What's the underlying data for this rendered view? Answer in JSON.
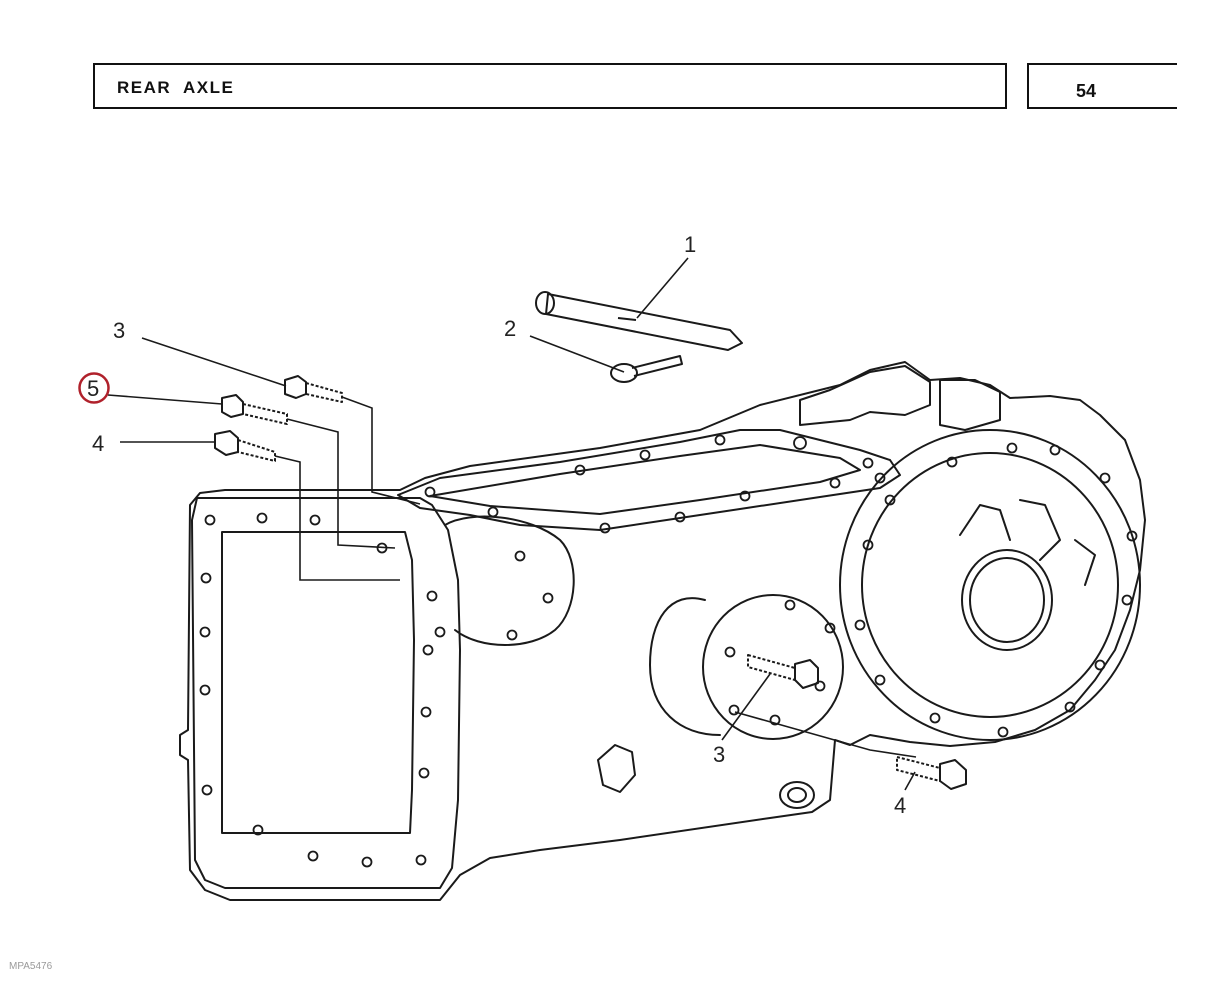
{
  "header": {
    "title": "REAR  AXLE",
    "page_number": "54"
  },
  "callouts": {
    "c1": "1",
    "c2": "2",
    "c3_left": "3",
    "c5": "5",
    "c4_left": "4",
    "c3_right": "3",
    "c4_right": "4"
  },
  "highlight": {
    "callout": "5",
    "color": "#b0212b"
  },
  "footer": {
    "code": "MPA5476"
  }
}
